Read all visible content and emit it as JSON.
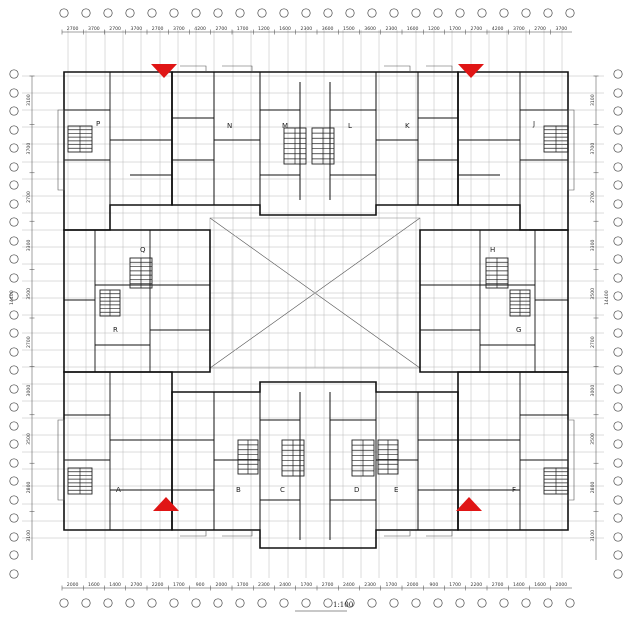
{
  "caption": "1:100",
  "dims_top": [
    "2700",
    "3700",
    "2700",
    "3700",
    "2700",
    "3700",
    "4200",
    "2700",
    "1700",
    "1200",
    "1600",
    "2300",
    "3600",
    "1500",
    "3600",
    "2300",
    "1600",
    "1200",
    "1700",
    "2700",
    "4200",
    "3700",
    "2700",
    "3700"
  ],
  "dims_bottom": [
    "2000",
    "1600",
    "1400",
    "2700",
    "2200",
    "1700",
    "900",
    "2000",
    "1700",
    "2300",
    "2400",
    "1700",
    "2700",
    "2400",
    "2300",
    "1700",
    "2000",
    "900",
    "1700",
    "2200",
    "2700",
    "1400",
    "1600",
    "2000"
  ],
  "dims_left": [
    "3100",
    "3700",
    "2700",
    "3300",
    "3500",
    "2700",
    "3000",
    "3500",
    "2800",
    "3100"
  ],
  "dims_right": [
    "3100",
    "3700",
    "2700",
    "3300",
    "3500",
    "2700",
    "3000",
    "3500",
    "2800",
    "3100"
  ],
  "total_side": "14400",
  "units_top": [
    "N",
    "M",
    "L",
    "K"
  ],
  "units_corner": [
    "P",
    "J"
  ],
  "units_mid_left": [
    "Q",
    "R"
  ],
  "units_mid_right": [
    "H",
    "G"
  ],
  "units_bottom": [
    "A",
    "B",
    "C",
    "D",
    "E",
    "F"
  ],
  "marker_color": "#e01515",
  "wall_color": "#111111"
}
